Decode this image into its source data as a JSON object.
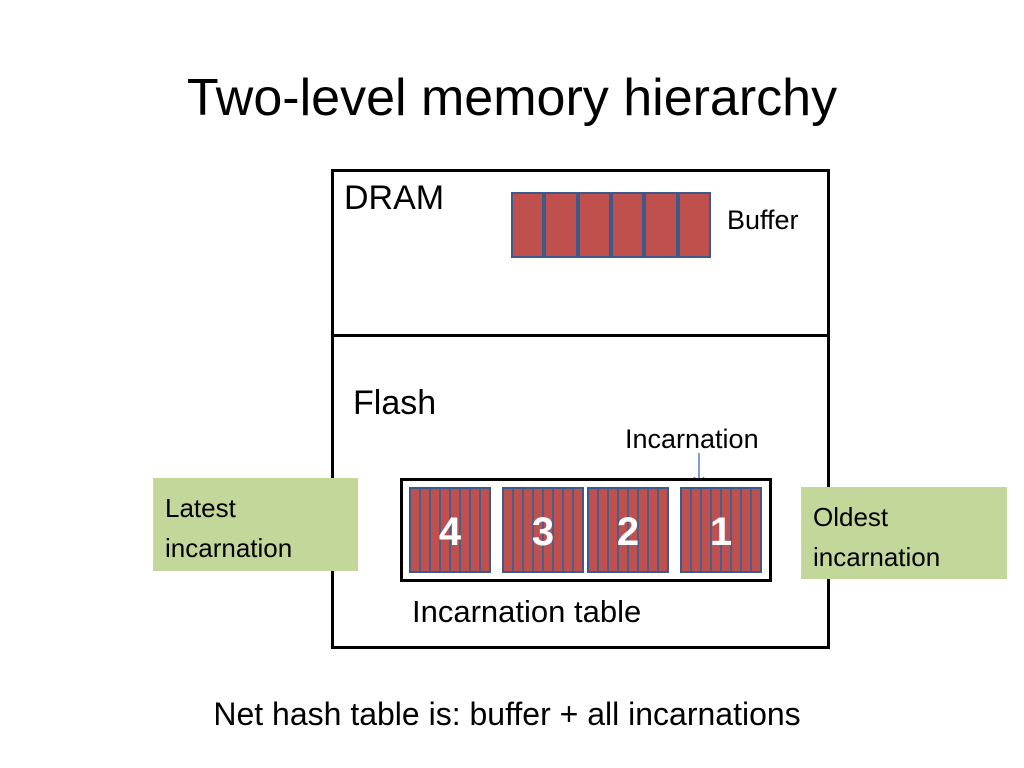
{
  "title": "Two-level memory hierarchy",
  "dram": {
    "label": "DRAM",
    "buffer_label": "Buffer",
    "buffer_cells": 6
  },
  "flash": {
    "label": "Flash",
    "incarnation_pointer_label": "Incarnation",
    "table_label": "Incarnation table",
    "incarnations": [
      "4",
      "3",
      "2",
      "1"
    ]
  },
  "notes": {
    "latest": "Latest incarnation",
    "oldest": "Oldest incarnation"
  },
  "footer": "Net hash table is: buffer + all incarnations",
  "colors": {
    "block_fill": "#c0504d",
    "block_border": "#3c5a8a",
    "note_bg": "#c4d79b",
    "arrow": "#4f81bd"
  }
}
